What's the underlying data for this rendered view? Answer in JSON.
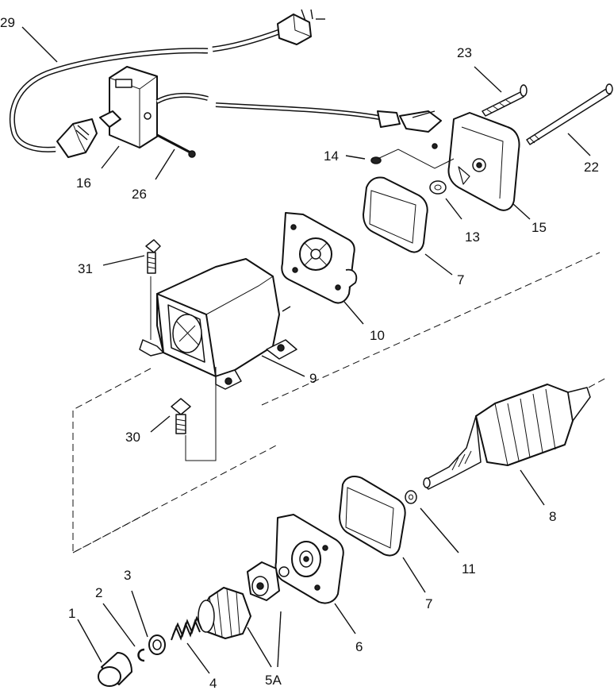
{
  "callouts": [
    {
      "id": "label-29",
      "text": "29"
    },
    {
      "id": "label-16",
      "text": "16"
    },
    {
      "id": "label-26",
      "text": "26"
    },
    {
      "id": "label-23",
      "text": "23"
    },
    {
      "id": "label-22",
      "text": "22"
    },
    {
      "id": "label-14",
      "text": "14"
    },
    {
      "id": "label-13",
      "text": "13"
    },
    {
      "id": "label-15",
      "text": "15"
    },
    {
      "id": "label-7a",
      "text": "7"
    },
    {
      "id": "label-31",
      "text": "31"
    },
    {
      "id": "label-10",
      "text": "10"
    },
    {
      "id": "label-9",
      "text": "9"
    },
    {
      "id": "label-30",
      "text": "30"
    },
    {
      "id": "label-8",
      "text": "8"
    },
    {
      "id": "label-11",
      "text": "11"
    },
    {
      "id": "label-7b",
      "text": "7"
    },
    {
      "id": "label-6",
      "text": "6"
    },
    {
      "id": "label-5A",
      "text": "5A"
    },
    {
      "id": "label-4",
      "text": "4"
    },
    {
      "id": "label-3",
      "text": "3"
    },
    {
      "id": "label-2",
      "text": "2"
    },
    {
      "id": "label-1",
      "text": "1"
    }
  ]
}
